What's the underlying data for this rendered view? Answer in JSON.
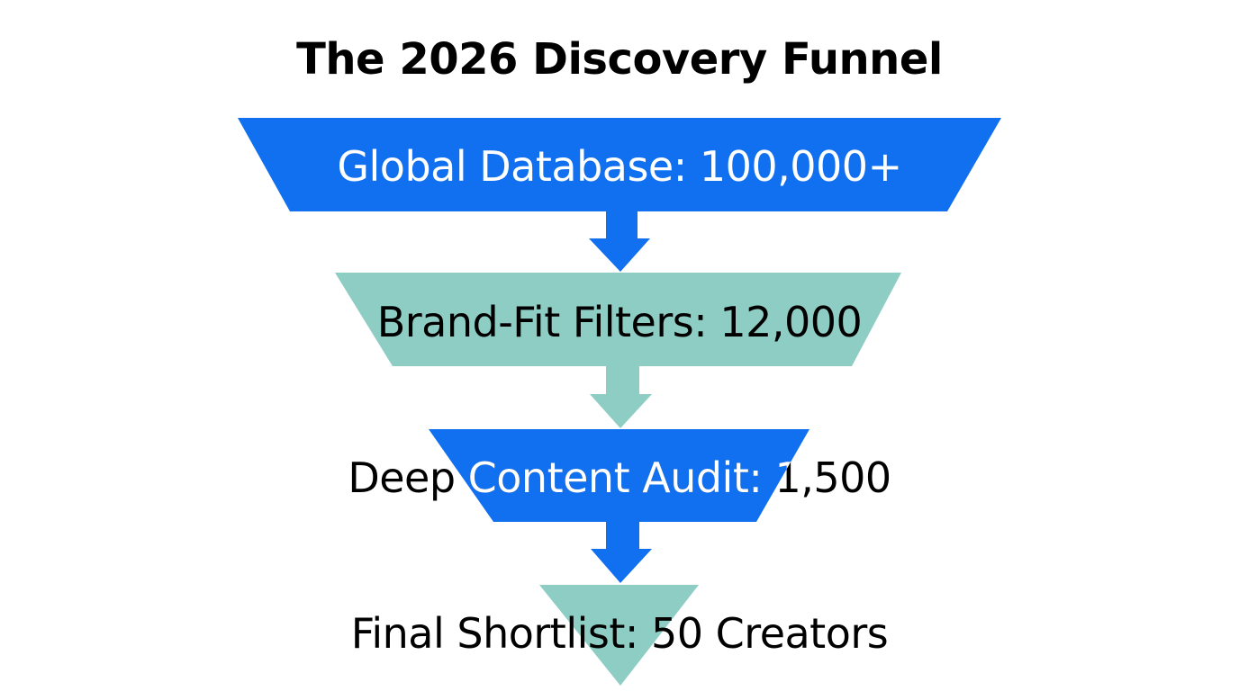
{
  "title": "The 2026 Discovery Funnel",
  "colors": {
    "blue": "#1170f0",
    "teal": "#8ecdc4",
    "text_dark": "#000000",
    "text_light": "#ffffff"
  },
  "stages": [
    {
      "label": "Global Database: 100,000+",
      "name": "Global Database",
      "count": "100,000+",
      "color": "#1170f0"
    },
    {
      "label": "Brand-Fit Filters: 12,000",
      "name": "Brand-Fit Filters",
      "count": "12,000",
      "color": "#8ecdc4"
    },
    {
      "label": "Deep Content Audit: 1,500",
      "name": "Deep Content Audit",
      "count": "1,500",
      "color": "#1170f0"
    },
    {
      "label": "Final Shortlist: 50 Creators",
      "name": "Final Shortlist",
      "count": "50 Creators",
      "color": "#8ecdc4"
    }
  ]
}
